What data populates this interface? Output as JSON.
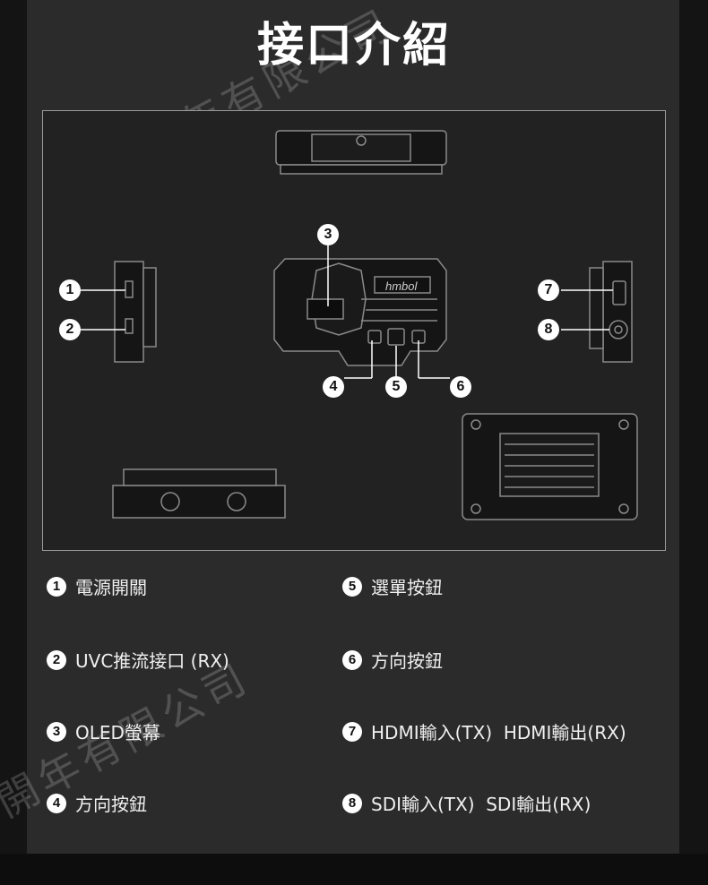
{
  "title": "接口介紹",
  "watermark": "開年有限公司",
  "callouts": [
    "1",
    "2",
    "3",
    "4",
    "5",
    "6",
    "7",
    "8"
  ],
  "device_brand": "hmbol",
  "legend": [
    {
      "num": "1",
      "text": "電源開關"
    },
    {
      "num": "5",
      "text": "選單按鈕"
    },
    {
      "num": "2",
      "text": "UVC推流接口 (RX)"
    },
    {
      "num": "6",
      "text": "方向按鈕"
    },
    {
      "num": "3",
      "text": "OLED螢幕"
    },
    {
      "num": "7",
      "text": "HDMI輸入(TX)  HDMI輸出(RX)"
    },
    {
      "num": "4",
      "text": "方向按鈕"
    },
    {
      "num": "8",
      "text": "SDI輸入(TX)  SDI輸出(RX)"
    }
  ],
  "colors": {
    "background": "#2b2b2b",
    "frame": "#9a9a9a",
    "accent": "#ffffff"
  }
}
